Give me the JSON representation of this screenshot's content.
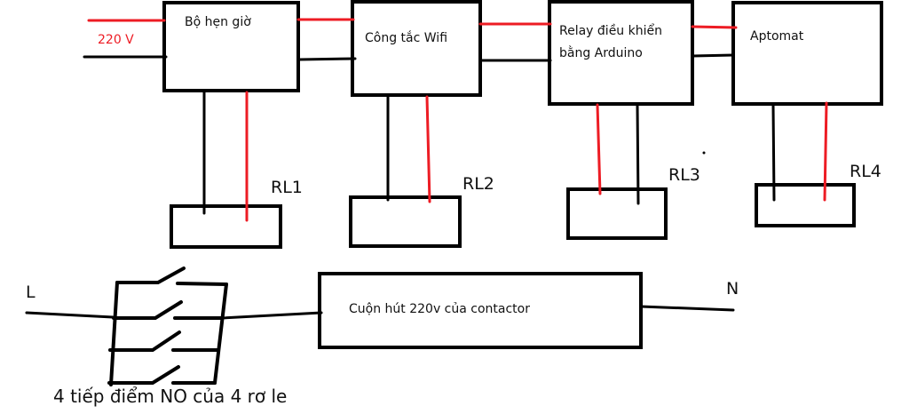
{
  "colors": {
    "live": "#ed1c24",
    "neutral": "#000000"
  },
  "supply": {
    "voltage_label": "220 V"
  },
  "blocks": [
    {
      "label": "Bộ hẹn giờ",
      "relay": "RL1"
    },
    {
      "label": "Công tắc Wifi",
      "relay": "RL2"
    },
    {
      "label_line1": "Relay điều khiển",
      "label_line2": "bằng Arduino",
      "relay": "RL3"
    },
    {
      "label": "Aptomat",
      "relay": "RL4"
    }
  ],
  "power_circuit": {
    "line_label": "L",
    "neutral_label": "N",
    "coil_label": "Cuộn hút 220v của contactor",
    "contacts_label": "4 tiếp điểm NO của 4 rơ le"
  }
}
